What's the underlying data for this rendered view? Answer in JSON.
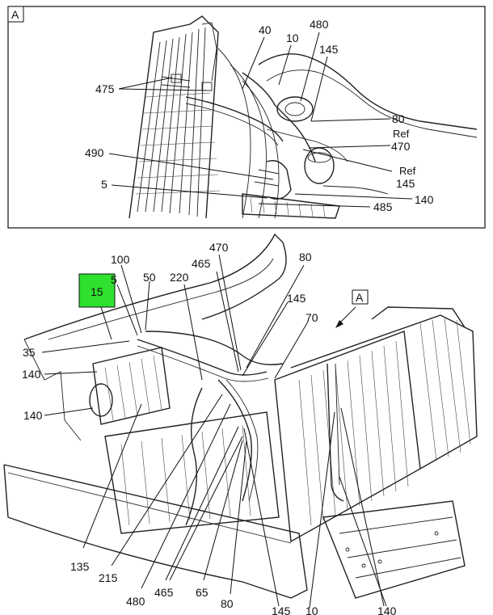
{
  "detail_view": {
    "tag": "A",
    "labels": {
      "l40": "40",
      "l10": "10",
      "l480": "480",
      "l145": "145",
      "l475": "475",
      "l80": "80",
      "ref1": "Ref",
      "l470": "470",
      "l490": "490",
      "ref2": "Ref",
      "l145b": "145",
      "l5": "5",
      "l140": "140",
      "l485": "485"
    }
  },
  "main_view": {
    "view_marker": "A",
    "highlight": {
      "label": "15",
      "color": "#2FE02F"
    },
    "labels": {
      "l100": "100",
      "l5": "5",
      "l50": "50",
      "l470": "470",
      "l465": "465",
      "l220": "220",
      "l80": "80",
      "l145": "145",
      "l70": "70",
      "l35": "35",
      "l140a": "140",
      "l140b": "140",
      "l135": "135",
      "l215": "215",
      "l480": "480",
      "l465b": "465",
      "l65": "65",
      "l80b": "80",
      "l145b": "145",
      "l10": "10",
      "l140c": "140"
    }
  }
}
